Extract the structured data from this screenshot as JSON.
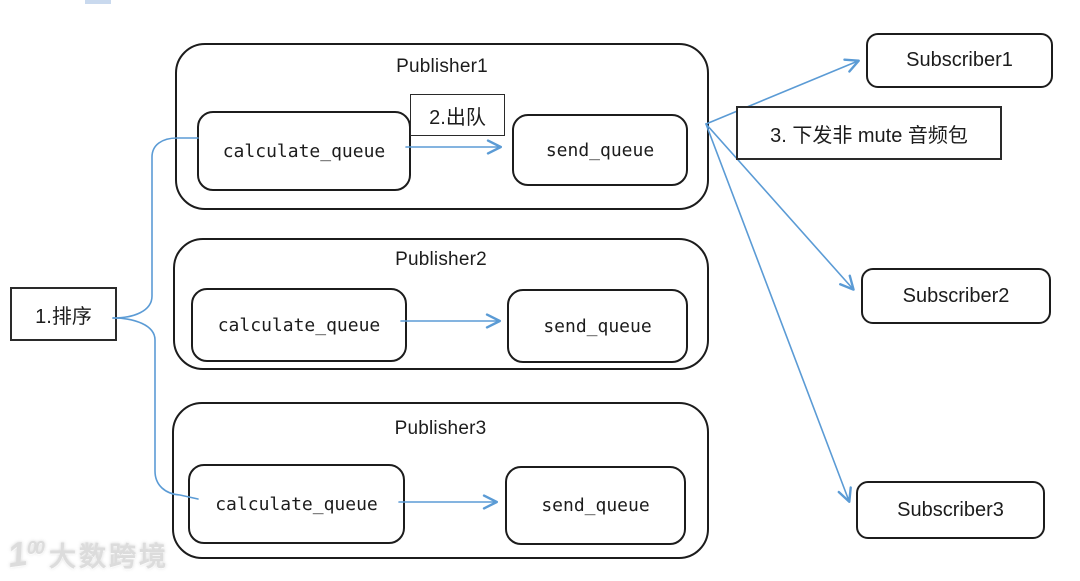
{
  "diagram": {
    "step_labels": {
      "step1": "1.排序",
      "step2": "2.出队",
      "step3": "3. 下发非 mute 音频包"
    },
    "publishers": [
      {
        "title": "Publisher1",
        "calculate": "calculate_queue",
        "send": "send_queue"
      },
      {
        "title": "Publisher2",
        "calculate": "calculate_queue",
        "send": "send_queue"
      },
      {
        "title": "Publisher3",
        "calculate": "calculate_queue",
        "send": "send_queue"
      }
    ],
    "subscribers": [
      {
        "title": "Subscriber1"
      },
      {
        "title": "Subscriber2"
      },
      {
        "title": "Subscriber3"
      }
    ],
    "edges": [
      {
        "from": "1.排序",
        "to": "Publisher1.calculate_queue"
      },
      {
        "from": "1.排序",
        "to": "Publisher3.calculate_queue"
      },
      {
        "from": "Publisher1.calculate_queue",
        "to": "Publisher1.send_queue",
        "label": "2.出队"
      },
      {
        "from": "Publisher2.calculate_queue",
        "to": "Publisher2.send_queue"
      },
      {
        "from": "Publisher3.calculate_queue",
        "to": "Publisher3.send_queue"
      },
      {
        "from": "Publisher1",
        "to": "Subscriber1",
        "label": "3. 下发非 mute 音频包"
      },
      {
        "from": "Publisher1",
        "to": "Subscriber2",
        "label": "3. 下发非 mute 音频包"
      },
      {
        "from": "Publisher1",
        "to": "Subscriber3",
        "label": "3. 下发非 mute 音频包"
      }
    ]
  },
  "colors": {
    "accent_blue": "#5b9bd5",
    "border_dark": "#1c1c1c",
    "highlight_bar": "#c9d9ee",
    "watermark_gray": "#dcdcdc"
  },
  "watermark": {
    "logo_one": "1",
    "logo_zeros": "00",
    "text": "大数跨境"
  }
}
